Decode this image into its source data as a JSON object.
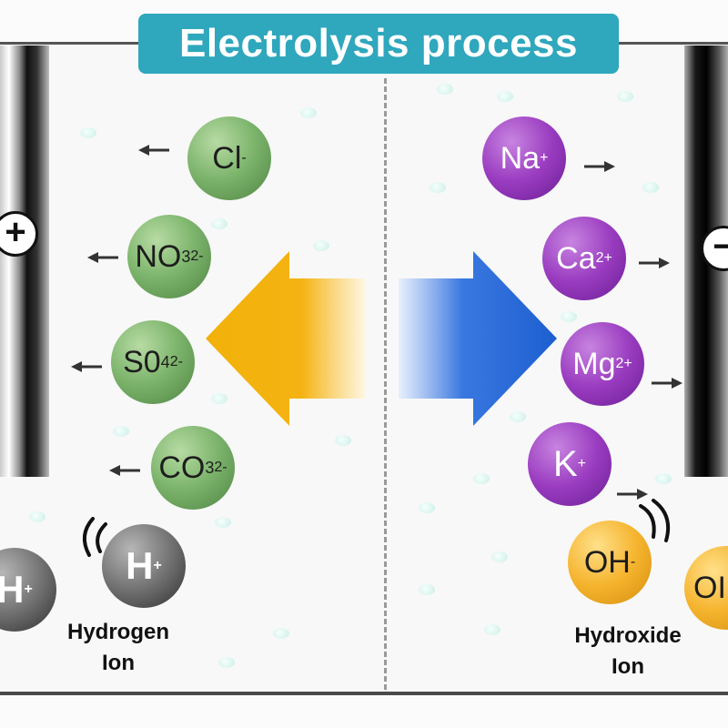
{
  "title": "Electrolysis process",
  "electrodes": {
    "left_sign": "+",
    "right_sign": "−"
  },
  "anions": [
    {
      "symbol": "Cl",
      "charge": "-"
    },
    {
      "symbol": "NO",
      "sub": "3",
      "charge": "2-"
    },
    {
      "symbol": "S0",
      "sub": "4",
      "charge": "2-"
    },
    {
      "symbol": "CO",
      "sub": "3",
      "charge": "2-"
    }
  ],
  "cations": [
    {
      "symbol": "Na",
      "charge": "+"
    },
    {
      "symbol": "Ca",
      "charge": "2+"
    },
    {
      "symbol": "Mg",
      "charge": "2+"
    },
    {
      "symbol": "K",
      "charge": "+"
    }
  ],
  "hydrogen": {
    "symbol": "H",
    "charge": "+",
    "label_line1": "Hydrogen",
    "label_line2": "Ion"
  },
  "hydroxide": {
    "symbol": "OH",
    "charge": "-",
    "partial_symbol": "OI",
    "label_line1": "Hydroxide",
    "label_line2": "Ion"
  },
  "colors": {
    "title_bg": "#2fa7bd",
    "anion_green": "#7fb66e",
    "cation_purple": "#9a3cc0",
    "hydroxide_yellow": "#f5b42e",
    "left_arrow": "#f2b10a",
    "right_arrow": "#1d5fd0"
  }
}
